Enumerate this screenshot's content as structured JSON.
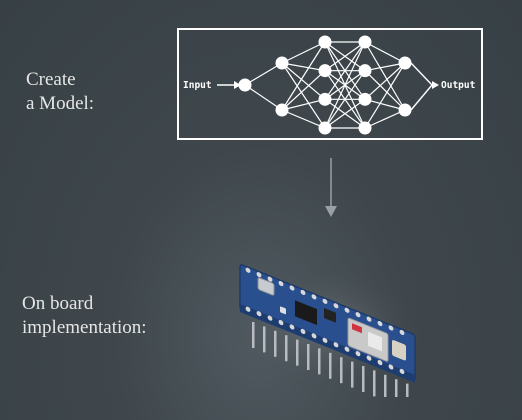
{
  "labels": {
    "create_line1": "Create",
    "create_line2": "a Model:",
    "board_line1": "On board",
    "board_line2": "implementation:"
  },
  "network": {
    "input_label": "Input",
    "output_label": "Output",
    "layers": [
      1,
      2,
      4,
      4,
      2
    ],
    "colors": {
      "box_border": "#ffffff",
      "edges": "#ffffff",
      "nodes": "#ffffff"
    }
  },
  "arrow": {
    "color": "#9aa0a4",
    "icon": "arrow-down-icon"
  },
  "board": {
    "icon": "microcontroller-board-icon",
    "colors": {
      "pcb": "#2a4f8f",
      "module": "#c9c9c9",
      "chip": "#1a1a1a",
      "pins": "#b8bcc0"
    }
  },
  "background_color": "#3d454a"
}
